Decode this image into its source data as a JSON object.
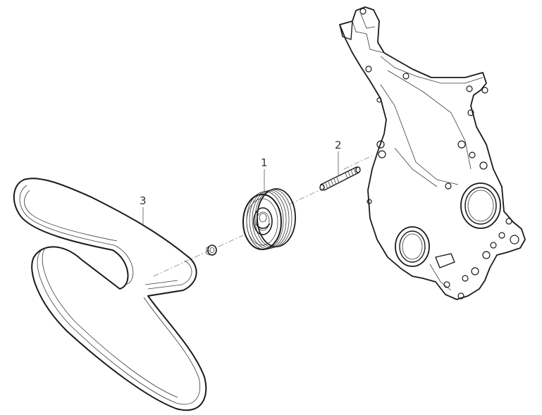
{
  "diagram": {
    "callouts": [
      {
        "id": "1",
        "label": "1"
      },
      {
        "id": "2",
        "label": "2"
      },
      {
        "id": "3",
        "label": "3"
      }
    ],
    "colors": {
      "line": "#1a1a1a",
      "leader": "#555555",
      "background": "#ffffff"
    }
  }
}
